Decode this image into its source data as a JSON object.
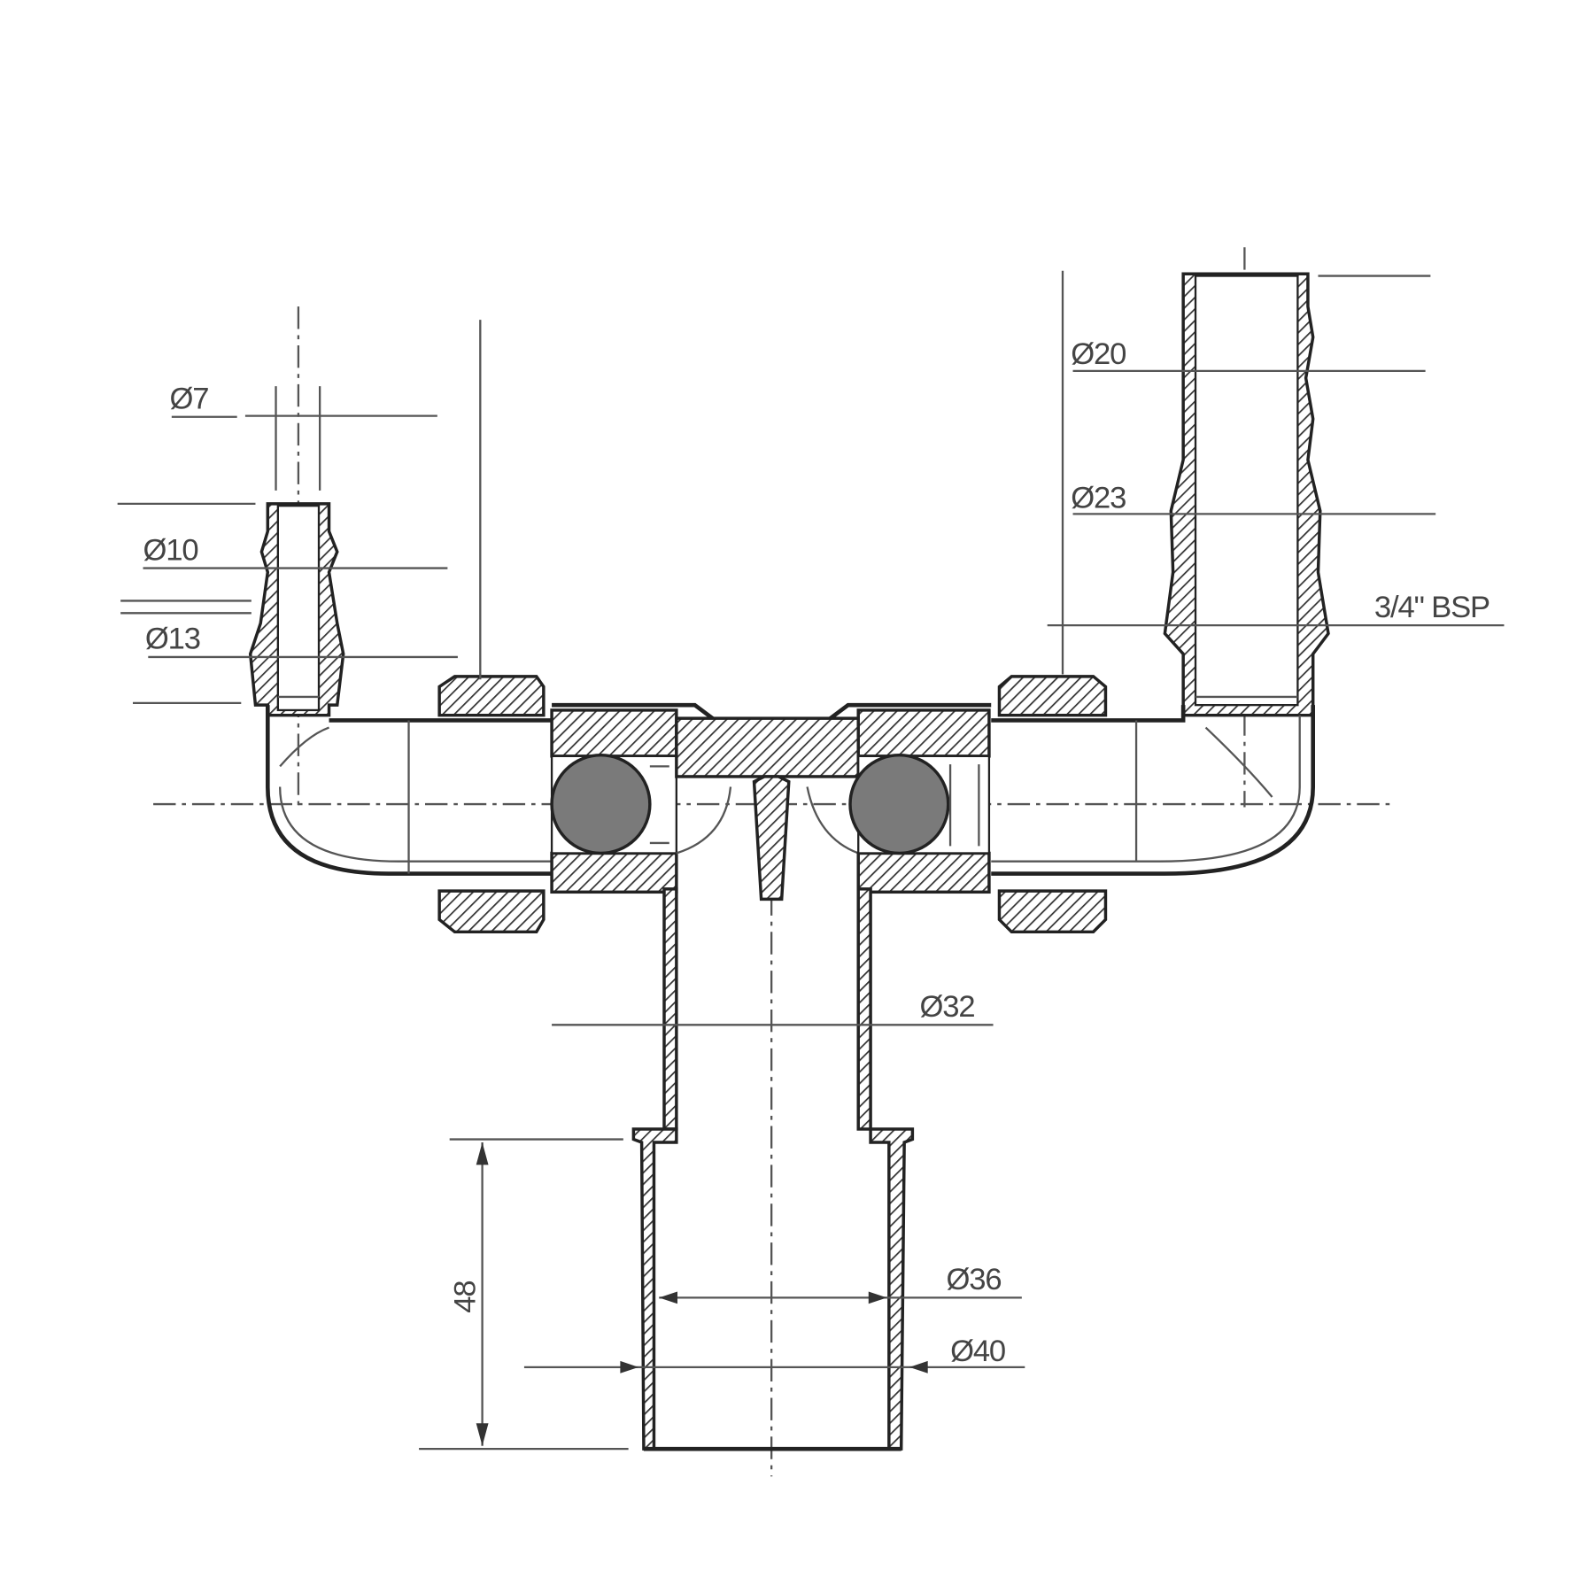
{
  "drawing": {
    "title": "Double hose-tail washing machine waste/supply fitting cross-section",
    "dimensions": {
      "d7": "Ø7",
      "d10": "Ø10",
      "d13": "Ø13",
      "d20": "Ø20",
      "d23": "Ø23",
      "thread": "3/4\" BSP",
      "d32": "Ø32",
      "d36": "Ø36",
      "d40": "Ø40",
      "length48": "48"
    },
    "colors": {
      "line": "#222222",
      "ball": "#7a7a7a"
    }
  }
}
